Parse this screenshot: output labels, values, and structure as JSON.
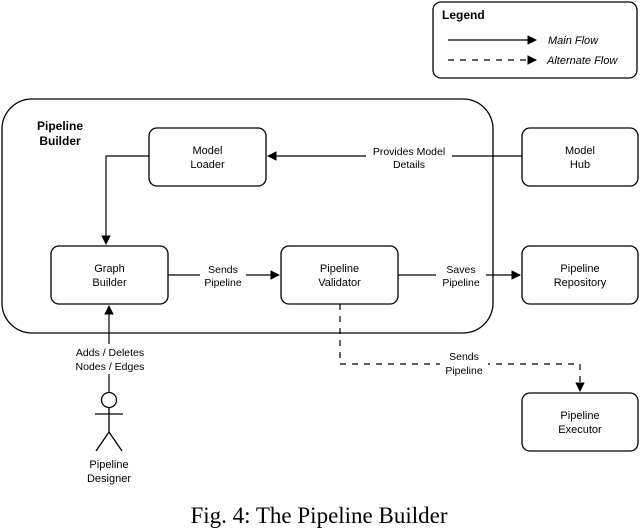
{
  "legend": {
    "title": "Legend",
    "main_flow": "Main Flow",
    "alternate_flow": "Alternate Flow"
  },
  "container": {
    "title_line1": "Pipeline",
    "title_line2": "Builder"
  },
  "nodes": {
    "model_loader": [
      "Model",
      "Loader"
    ],
    "model_hub": [
      "Model",
      "Hub"
    ],
    "graph_builder": [
      "Graph",
      "Builder"
    ],
    "pipeline_validator": [
      "Pipeline",
      "Validator"
    ],
    "pipeline_repository": [
      "Pipeline",
      "Repository"
    ],
    "pipeline_executor": [
      "Pipeline",
      "Executor"
    ]
  },
  "edges": {
    "provides_model_details": [
      "Provides Model",
      "Details"
    ],
    "sends_pipeline_main": [
      "Sends",
      "Pipeline"
    ],
    "saves_pipeline": [
      "Saves",
      "Pipeline"
    ],
    "sends_pipeline_alt": [
      "Sends",
      "Pipeline"
    ],
    "adds_deletes": [
      "Adds / Deletes",
      "Nodes / Edges"
    ]
  },
  "actor": [
    "Pipeline",
    "Designer"
  ],
  "caption": "Fig. 4: The Pipeline Builder",
  "colors": {
    "stroke": "#000000",
    "background": "#ffffff"
  }
}
